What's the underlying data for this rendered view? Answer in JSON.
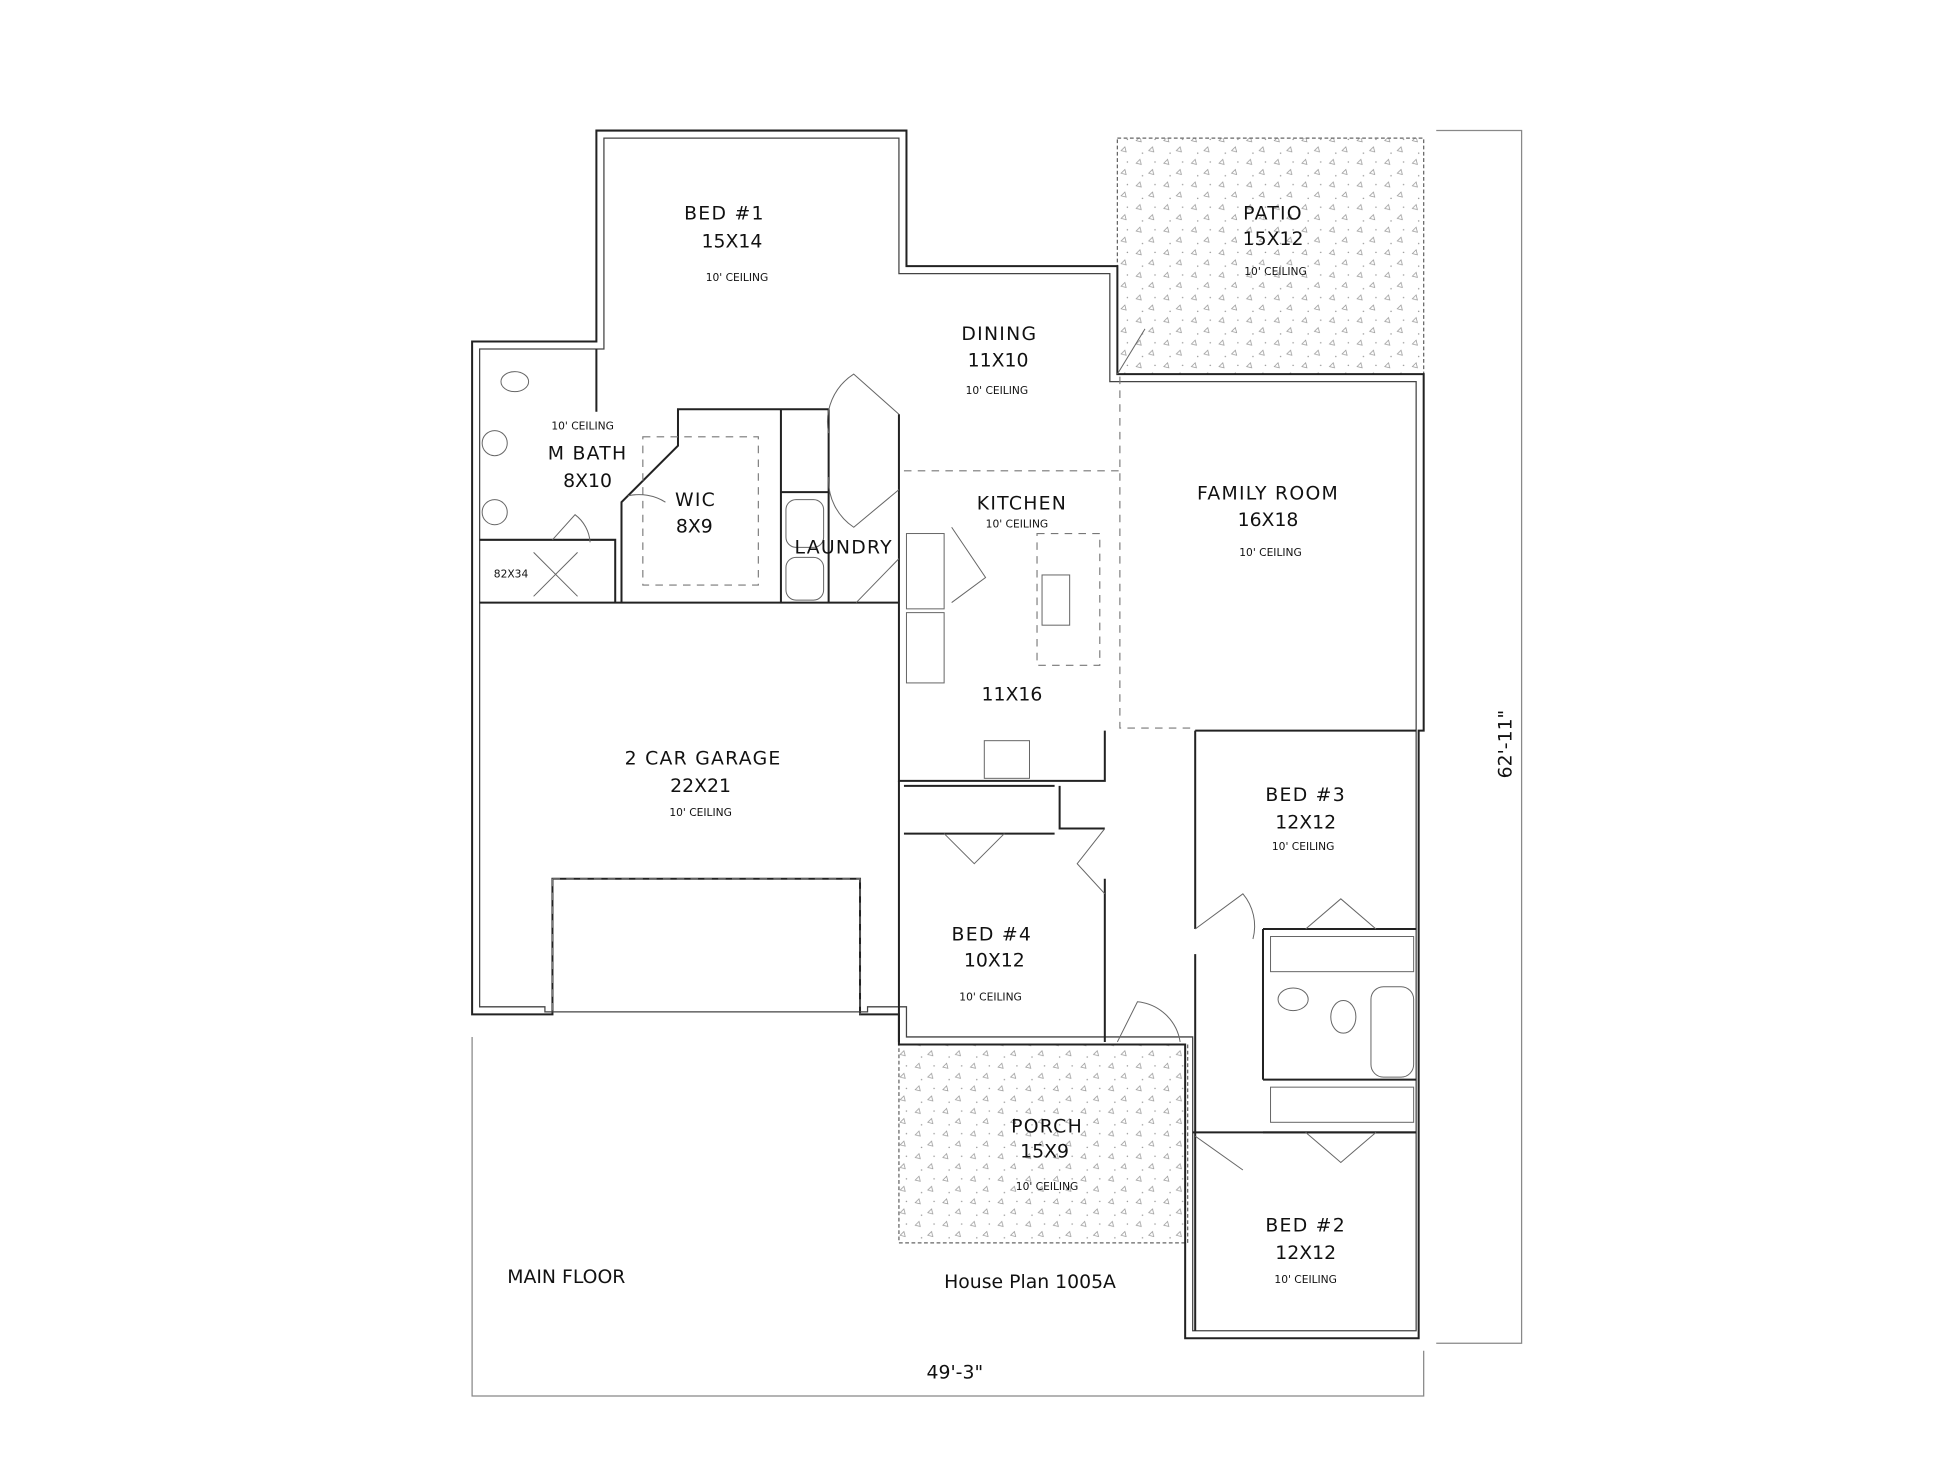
{
  "plan": {
    "title": "House Plan 1005A",
    "floor_label": "MAIN FLOOR",
    "width_dimension": "49'-3\"",
    "depth_dimension": "62'-11\""
  },
  "rooms": {
    "bed1": {
      "name": "BED #1",
      "size": "15X14",
      "ceiling": "10' CEILING"
    },
    "patio": {
      "name": "PATIO",
      "size": "15X12",
      "ceiling": "10' CEILING"
    },
    "dining": {
      "name": "DINING",
      "size": "11X10",
      "ceiling": "10' CEILING"
    },
    "mbath": {
      "name": "M BATH",
      "size": "8X10",
      "ceiling": "10' CEILING"
    },
    "shower": {
      "size": "82X34"
    },
    "wic": {
      "name": "WIC",
      "size": "8X9"
    },
    "laundry": {
      "name": "LAUNDRY"
    },
    "kitchen": {
      "name": "KITCHEN",
      "size": "11X16",
      "ceiling": "10' CEILING"
    },
    "family": {
      "name": "FAMILY ROOM",
      "size": "16X18",
      "ceiling": "10' CEILING"
    },
    "garage": {
      "name": "2 CAR GARAGE",
      "size": "22X21",
      "ceiling": "10' CEILING"
    },
    "bed3": {
      "name": "BED #3",
      "size": "12X12",
      "ceiling": "10' CEILING"
    },
    "bed4": {
      "name": "BED #4",
      "size": "10X12",
      "ceiling": "10' CEILING"
    },
    "porch": {
      "name": "PORCH",
      "size": "15X9",
      "ceiling": "10' CEILING"
    },
    "bed2": {
      "name": "BED #2",
      "size": "12X12",
      "ceiling": "10' CEILING"
    }
  }
}
